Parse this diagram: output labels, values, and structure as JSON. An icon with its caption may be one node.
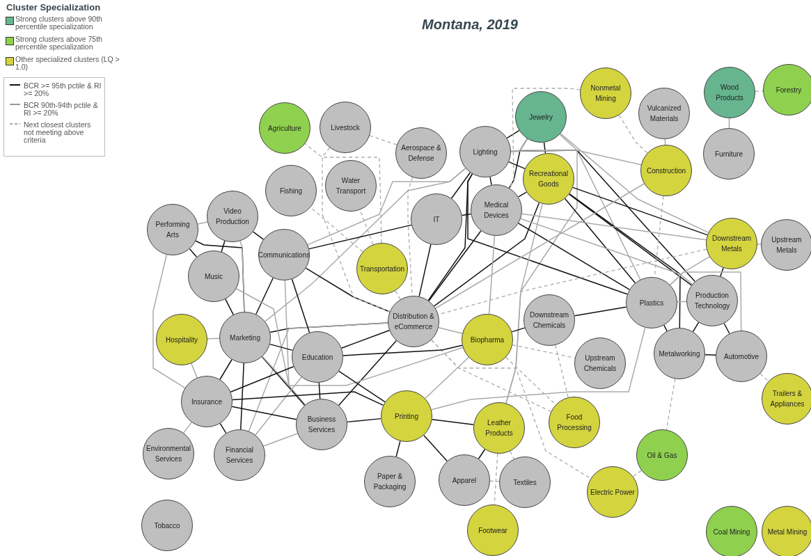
{
  "diagram": {
    "title": "Montana, 2019",
    "nodes": [
      {
        "text": [
          "Agriculture"
        ]
      },
      {
        "text": [
          "Livestock"
        ]
      },
      {
        "text": [
          "Aerospace & Defense"
        ]
      },
      {
        "text": [
          "Jewelry"
        ]
      },
      {
        "text": [
          "Nonmetal Mining"
        ]
      },
      {
        "text": [
          "Vulcanized Materials"
        ]
      },
      {
        "text": [
          "Wood Products"
        ]
      },
      {
        "text": [
          "Forestry"
        ]
      },
      {
        "text": [
          "Lighting"
        ]
      },
      {
        "text": [
          "Recreational Goods"
        ]
      },
      {
        "text": [
          "Construction"
        ]
      },
      {
        "text": [
          "Furniture"
        ]
      },
      {
        "text": [
          "Fishing"
        ]
      },
      {
        "text": [
          "Water Transport"
        ]
      },
      {
        "text": [
          "Video Production"
        ]
      },
      {
        "text": [
          "Performing Arts"
        ]
      },
      {
        "text": [
          "IT"
        ]
      },
      {
        "text": [
          "Medical Devices"
        ]
      },
      {
        "text": [
          "Communications"
        ]
      },
      {
        "text": [
          "Downstream Metals"
        ]
      },
      {
        "text": [
          "Upstream Metals"
        ]
      },
      {
        "text": [
          "Music"
        ]
      },
      {
        "text": [
          "Transportation"
        ]
      },
      {
        "text": [
          "Plastics"
        ]
      },
      {
        "text": [
          "Production Technology"
        ]
      },
      {
        "text": [
          "Distribution & eCommerce"
        ]
      },
      {
        "text": [
          "Downstream Chemicals"
        ]
      },
      {
        "text": [
          "Hospitality"
        ]
      },
      {
        "text": [
          "Marketing"
        ]
      },
      {
        "text": [
          "Biopharma"
        ]
      },
      {
        "text": [
          "Education"
        ]
      },
      {
        "text": [
          "Metalworking"
        ]
      },
      {
        "text": [
          "Automotive"
        ]
      },
      {
        "text": [
          "Upstream Chemicals"
        ]
      },
      {
        "text": [
          "Insurance"
        ]
      },
      {
        "text": [
          "Trailers & Appliances"
        ]
      },
      {
        "text": [
          "Business Services"
        ]
      },
      {
        "text": [
          "Printing"
        ]
      },
      {
        "text": [
          "Leather Products"
        ]
      },
      {
        "text": [
          "Food Processing"
        ]
      },
      {
        "text": [
          "Oil & Gas"
        ]
      },
      {
        "text": [
          "Environmental Services"
        ]
      },
      {
        "text": [
          "Financial Services"
        ]
      },
      {
        "text": [
          "Paper & Packaging"
        ]
      },
      {
        "text": [
          "Apparel"
        ]
      },
      {
        "text": [
          "Textiles"
        ]
      },
      {
        "text": [
          "Electric Power"
        ]
      },
      {
        "text": [
          "Footwear"
        ]
      },
      {
        "text": [
          "Tobacco"
        ]
      },
      {
        "text": [
          "Coal Mining"
        ]
      },
      {
        "text": [
          "Metal Mining"
        ]
      }
    ],
    "edges": [
      {
        "from": 3,
        "to": 9,
        "arrow": "none",
        "color": "#111111"
      },
      {
        "from": 3,
        "to": 8,
        "arrow": "none",
        "color": "#111111"
      },
      {
        "from": 3,
        "to": 17,
        "arrow": "none",
        "color": "#111111"
      },
      {
        "from": 3,
        "to": 23,
        "arrow": "none"
      },
      {
        "from": 3,
        "to": 19,
        "arrow": "none"
      },
      {
        "from": 3,
        "to": 38,
        "arrow": "none"
      },
      {
        "from": 8,
        "to": 9,
        "arrow": "none",
        "color": "#111111"
      },
      {
        "from": 8,
        "to": 17,
        "arrow": "none",
        "color": "#111111"
      },
      {
        "from": 8,
        "to": 16,
        "arrow": "none",
        "color": "#111111"
      },
      {
        "from": 8,
        "to": 25,
        "arrow": "none",
        "color": "#111111"
      },
      {
        "from": 8,
        "to": 23,
        "arrow": "none",
        "color": "#111111"
      },
      {
        "from": 8,
        "to": 24,
        "arrow": "none",
        "color": "#111111"
      },
      {
        "from": 8,
        "to": 10,
        "arrow": "none"
      },
      {
        "from": 8,
        "to": 18,
        "arrow": "none"
      },
      {
        "from": 8,
        "to": 28,
        "arrow": "none"
      },
      {
        "from": 9,
        "to": 17,
        "arrow": "none",
        "color": "#111111"
      },
      {
        "from": 9,
        "to": 23,
        "arrow": "none",
        "color": "#111111"
      },
      {
        "from": 9,
        "to": 24,
        "arrow": "none",
        "color": "#111111"
      },
      {
        "from": 9,
        "to": 19,
        "arrow": "none",
        "color": "#111111"
      },
      {
        "from": 9,
        "to": 25,
        "arrow": "none",
        "color": "#111111"
      },
      {
        "from": 9,
        "to": 31,
        "arrow": "none",
        "color": "#111111"
      },
      {
        "from": 9,
        "to": 38,
        "arrow": "none"
      },
      {
        "from": 17,
        "to": 16,
        "arrow": "none",
        "color": "#111111"
      },
      {
        "from": 17,
        "to": 25,
        "arrow": "none",
        "color": "#111111"
      },
      {
        "from": 17,
        "to": 23,
        "arrow": "none",
        "color": "#111111"
      },
      {
        "from": 17,
        "to": 19,
        "arrow": "none"
      },
      {
        "from": 17,
        "to": 24,
        "arrow": "none"
      },
      {
        "from": 17,
        "to": 29,
        "arrow": "none"
      },
      {
        "from": 16,
        "to": 25,
        "arrow": "none",
        "color": "#111111"
      },
      {
        "from": 16,
        "to": 18,
        "arrow": "none",
        "color": "#111111"
      },
      {
        "from": 10,
        "to": 5,
        "arrow": "none"
      },
      {
        "from": 10,
        "to": 25,
        "arrow": "none"
      },
      {
        "from": 6,
        "to": 11,
        "arrow": "none"
      },
      {
        "from": 6,
        "to": 7,
        "arrow": "none",
        "style": "dashed"
      },
      {
        "from": 4,
        "to": 17,
        "arrow": "none",
        "style": "dashed"
      },
      {
        "from": 4,
        "to": 10,
        "arrow": "none",
        "style": "dashed"
      },
      {
        "from": 10,
        "to": 23,
        "arrow": "none",
        "style": "dashed"
      },
      {
        "from": 19,
        "to": 24,
        "arrow": "none",
        "color": "#111111"
      },
      {
        "from": 19,
        "to": 23,
        "arrow": "none"
      },
      {
        "from": 19,
        "to": 20,
        "arrow": "none",
        "style": "dashed"
      },
      {
        "from": 19,
        "to": 25,
        "arrow": "none",
        "style": "dashed"
      },
      {
        "from": 23,
        "to": 24,
        "arrow": "none"
      },
      {
        "from": 23,
        "to": 31,
        "arrow": "none",
        "color": "#111111"
      },
      {
        "from": 23,
        "to": 26,
        "arrow": "none",
        "color": "#111111"
      },
      {
        "from": 23,
        "to": 32,
        "arrow": "none"
      },
      {
        "from": 23,
        "to": 37,
        "arrow": "none"
      },
      {
        "from": 24,
        "to": 31,
        "arrow": "none",
        "color": "#111111"
      },
      {
        "from": 24,
        "to": 32,
        "arrow": "none",
        "color": "#111111"
      },
      {
        "from": 31,
        "to": 32,
        "arrow": "none",
        "color": "#111111"
      },
      {
        "from": 31,
        "to": 40,
        "arrow": "none",
        "style": "dashed"
      },
      {
        "from": 32,
        "to": 35,
        "arrow": "none",
        "style": "dashed"
      },
      {
        "from": 40,
        "to": 46,
        "arrow": "none",
        "style": "dashed"
      },
      {
        "from": 26,
        "to": 29,
        "arrow": "none",
        "color": "#111111"
      },
      {
        "from": 29,
        "to": 33,
        "arrow": "none",
        "style": "dashed"
      },
      {
        "from": 26,
        "to": 39,
        "arrow": "none",
        "style": "dashed"
      },
      {
        "from": 25,
        "to": 22,
        "arrow": "none",
        "style": "dashed"
      },
      {
        "from": 25,
        "to": 18,
        "arrow": "none",
        "color": "#111111"
      },
      {
        "from": 25,
        "to": 28,
        "arrow": "none",
        "color": "#111111"
      },
      {
        "from": 25,
        "to": 30,
        "arrow": "none",
        "color": "#111111"
      },
      {
        "from": 25,
        "to": 36,
        "arrow": "none",
        "color": "#111111"
      },
      {
        "from": 25,
        "to": 29,
        "arrow": "none"
      },
      {
        "from": 25,
        "to": 42,
        "arrow": "none"
      },
      {
        "from": 25,
        "to": 39,
        "arrow": "none",
        "style": "dashed"
      },
      {
        "from": 25,
        "to": 46,
        "arrow": "none",
        "style": "dashed"
      },
      {
        "from": 22,
        "to": 12,
        "arrow": "none",
        "style": "dashed"
      },
      {
        "from": 22,
        "to": 13,
        "arrow": "none",
        "style": "dashed"
      },
      {
        "from": 22,
        "to": 0,
        "arrow": "none",
        "style": "dashed"
      },
      {
        "from": 1,
        "to": 25,
        "arrow": "none",
        "style": "dashed"
      },
      {
        "from": 2,
        "to": 25,
        "arrow": "none",
        "style": "dashed"
      },
      {
        "from": 1,
        "to": 2,
        "arrow": "none",
        "style": "dashed"
      },
      {
        "from": 18,
        "to": 14,
        "arrow": "none",
        "color": "#111111"
      },
      {
        "from": 18,
        "to": 30,
        "arrow": "none",
        "color": "#111111"
      },
      {
        "from": 18,
        "to": 36,
        "arrow": "none"
      },
      {
        "from": 18,
        "to": 28,
        "arrow": "none",
        "color": "#111111"
      },
      {
        "from": 15,
        "to": 14,
        "arrow": "none"
      },
      {
        "from": 15,
        "to": 21,
        "arrow": "none",
        "color": "#111111"
      },
      {
        "from": 15,
        "to": 28,
        "arrow": "none",
        "color": "#111111"
      },
      {
        "from": 15,
        "to": 34,
        "arrow": "none"
      },
      {
        "from": 14,
        "to": 21,
        "arrow": "none",
        "color": "#111111"
      },
      {
        "from": 14,
        "to": 28,
        "arrow": "none"
      },
      {
        "from": 21,
        "to": 28,
        "arrow": "none",
        "color": "#111111"
      },
      {
        "from": 21,
        "to": 36,
        "arrow": "none"
      },
      {
        "from": 27,
        "to": 28,
        "arrow": "none"
      },
      {
        "from": 27,
        "to": 34,
        "arrow": "none"
      },
      {
        "from": 28,
        "to": 30,
        "arrow": "none",
        "color": "#111111"
      },
      {
        "from": 28,
        "to": 34,
        "arrow": "none",
        "color": "#111111"
      },
      {
        "from": 28,
        "to": 42,
        "arrow": "none",
        "color": "#111111"
      },
      {
        "from": 28,
        "to": 36,
        "arrow": "none",
        "color": "#111111"
      },
      {
        "from": 28,
        "to": 29,
        "arrow": "none"
      },
      {
        "from": 30,
        "to": 34,
        "arrow": "none",
        "color": "#111111"
      },
      {
        "from": 30,
        "to": 36,
        "arrow": "none",
        "color": "#111111"
      },
      {
        "from": 30,
        "to": 37,
        "arrow": "none",
        "color": "#111111"
      },
      {
        "from": 30,
        "to": 29,
        "arrow": "none",
        "color": "#111111"
      },
      {
        "from": 30,
        "to": 42,
        "arrow": "none"
      },
      {
        "from": 34,
        "to": 36,
        "arrow": "none",
        "color": "#111111"
      },
      {
        "from": 34,
        "to": 37,
        "arrow": "none",
        "color": "#111111"
      },
      {
        "from": 34,
        "to": 42,
        "arrow": "none",
        "color": "#111111"
      },
      {
        "from": 34,
        "to": 41,
        "arrow": "none"
      },
      {
        "from": 36,
        "to": 42,
        "arrow": "none"
      },
      {
        "from": 36,
        "to": 37,
        "arrow": "none",
        "color": "#111111"
      },
      {
        "from": 37,
        "to": 38,
        "arrow": "none",
        "color": "#111111"
      },
      {
        "from": 37,
        "to": 43,
        "arrow": "none",
        "color": "#111111"
      },
      {
        "from": 37,
        "to": 44,
        "arrow": "none",
        "color": "#111111"
      },
      {
        "from": 37,
        "to": 29,
        "arrow": "none"
      },
      {
        "from": 38,
        "to": 44,
        "arrow": "none",
        "color": "#111111"
      },
      {
        "from": 38,
        "to": 47,
        "arrow": "none",
        "style": "dashed"
      },
      {
        "from": 38,
        "to": 45,
        "arrow": "none",
        "style": "dashed"
      },
      {
        "from": 44,
        "to": 45,
        "arrow": "none",
        "style": "dashed"
      },
      {
        "from": 29,
        "to": 39,
        "arrow": "none",
        "style": "dashed"
      }
    ],
    "labels": [
      "Cluster Specialization"
    ],
    "legend": [
      {
        "text": "Strong clusters above 90th percentile specialization",
        "color": "#66b58f"
      },
      {
        "text": "Strong clusters above 75th percentile specialization",
        "color": "#8fd14f"
      },
      {
        "text": "Other specialized clusters (LQ > 1.0)",
        "color": "#d4d43f"
      },
      {
        "text": "BCR >= 95th pctile & RI >= 20%"
      },
      {
        "text": "BCR 90th-94th pctile & RI >= 20%"
      },
      {
        "text": "Next closest clusters not meeting above criteria"
      }
    ]
  }
}
